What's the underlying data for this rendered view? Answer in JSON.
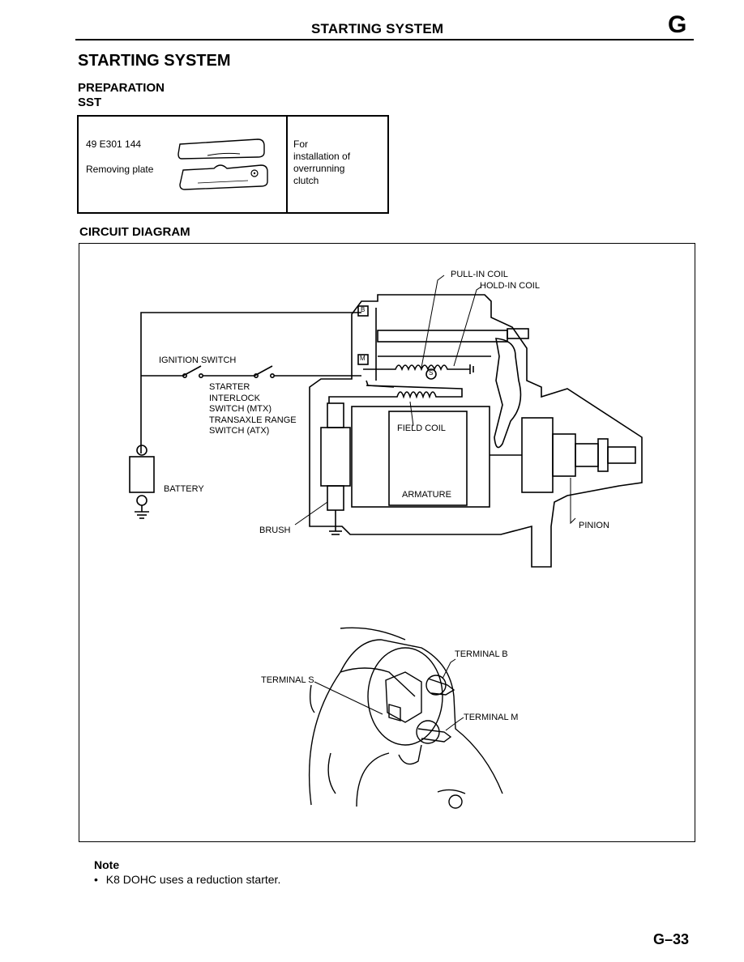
{
  "header": {
    "title": "STARTING SYSTEM",
    "section_letter": "G"
  },
  "page_title": "STARTING SYSTEM",
  "preparation": {
    "heading": "PREPARATION",
    "sst_heading": "SST",
    "tool": {
      "number": "49 E301 144",
      "name": "Removing plate",
      "purpose_lines": [
        "For",
        "installation of",
        "overrunning",
        "clutch"
      ]
    }
  },
  "circuit": {
    "heading": "CIRCUIT DIAGRAM",
    "labels": {
      "pull_in_coil": "PULL-IN COIL",
      "hold_in_coil": "HOLD-IN COIL",
      "ignition_switch": "IGNITION SWITCH",
      "interlock_lines": [
        "STARTER",
        "INTERLOCK",
        "SWITCH (MTX)",
        "TRANSAXLE RANGE",
        "SWITCH (ATX)"
      ],
      "field_coil": "FIELD COIL",
      "battery": "BATTERY",
      "armature": "ARMATURE",
      "brush": "BRUSH",
      "pinion": "PINION",
      "term_b_box": "B",
      "term_m_box": "M",
      "s_mark": "S"
    },
    "photo_labels": {
      "terminal_b": "TERMINAL B",
      "terminal_s": "TERMINAL S",
      "terminal_m": "TERMINAL M"
    }
  },
  "note": {
    "heading": "Note",
    "bullet": "•",
    "text": "K8 DOHC uses a reduction starter."
  },
  "page_number": "G–33"
}
